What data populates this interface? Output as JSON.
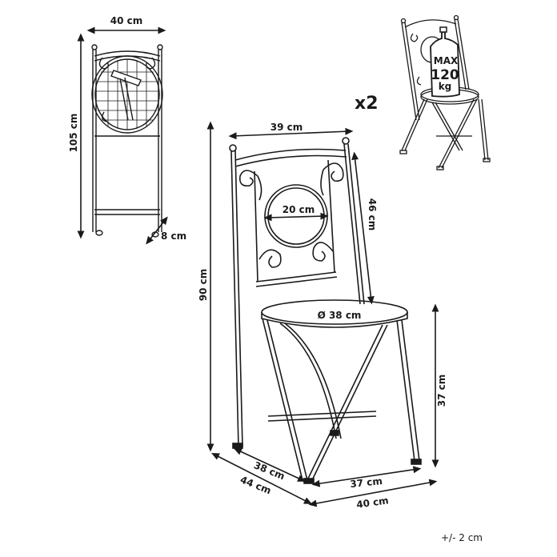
{
  "labels": {
    "folded_width": "40 cm",
    "folded_height": "105 cm",
    "folded_depth": "8 cm",
    "quantity": "x2",
    "max_text": "MAX",
    "max_value": "120",
    "max_unit": "kg",
    "back_width": "39 cm",
    "medallion": "20 cm",
    "back_height": "46 cm",
    "seat_diameter": "Ø 38 cm",
    "total_height": "90 cm",
    "seat_height": "37 cm",
    "inner_depth": "38 cm",
    "outer_depth": "44 cm",
    "inner_width": "37 cm",
    "outer_width": "40 cm",
    "tolerance": "+/- 2 cm"
  }
}
